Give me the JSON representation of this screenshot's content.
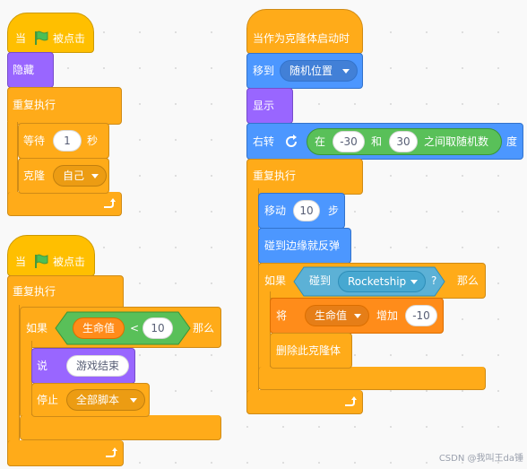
{
  "script1": {
    "when_label": "当",
    "flag_icon": "green-flag-icon",
    "clicked_label": "被点击",
    "hide_label": "隐藏",
    "forever_label": "重复执行",
    "wait_label": "等待",
    "wait_value": "1",
    "wait_unit": "秒",
    "clone_label": "克隆",
    "clone_target": "自己"
  },
  "script2": {
    "when_label": "当",
    "flag_icon": "green-flag-icon",
    "clicked_label": "被点击",
    "forever_label": "重复执行",
    "if_label": "如果",
    "var_name": "生命值",
    "lt_symbol": "<",
    "compare_value": "10",
    "then_label": "那么",
    "say_label": "说",
    "say_text": "游戏结束",
    "stop_label": "停止",
    "stop_option": "全部脚本"
  },
  "script3": {
    "clone_start_label": "当作为克隆体启动时",
    "goto_label": "移到",
    "goto_target": "随机位置",
    "show_label": "显示",
    "turn_label": "右转",
    "turn_icon": "rotate-right-icon",
    "pick_in": "在",
    "pick_from": "-30",
    "pick_and": "和",
    "pick_to": "30",
    "pick_suffix": "之间取随机数",
    "deg_label": "度",
    "forever_label": "重复执行",
    "move_label": "移动",
    "move_value": "10",
    "move_unit": "步",
    "bounce_label": "碰到边缘就反弹",
    "if_label": "如果",
    "touch_label": "碰到",
    "touch_target": "Rocketship",
    "touch_q": "?",
    "then_label": "那么",
    "change_label": "将",
    "change_var": "生命值",
    "change_by": "增加",
    "change_value": "-10",
    "delete_label": "删除此克隆体"
  },
  "watermark": "CSDN @我叫王da锤",
  "colors": {
    "events": "#ffbf00",
    "control": "#ffab19",
    "looks": "#9966ff",
    "motion": "#4c97ff",
    "sensing": "#5cb1d6",
    "operators": "#59c059",
    "variables": "#ff8c1a"
  }
}
